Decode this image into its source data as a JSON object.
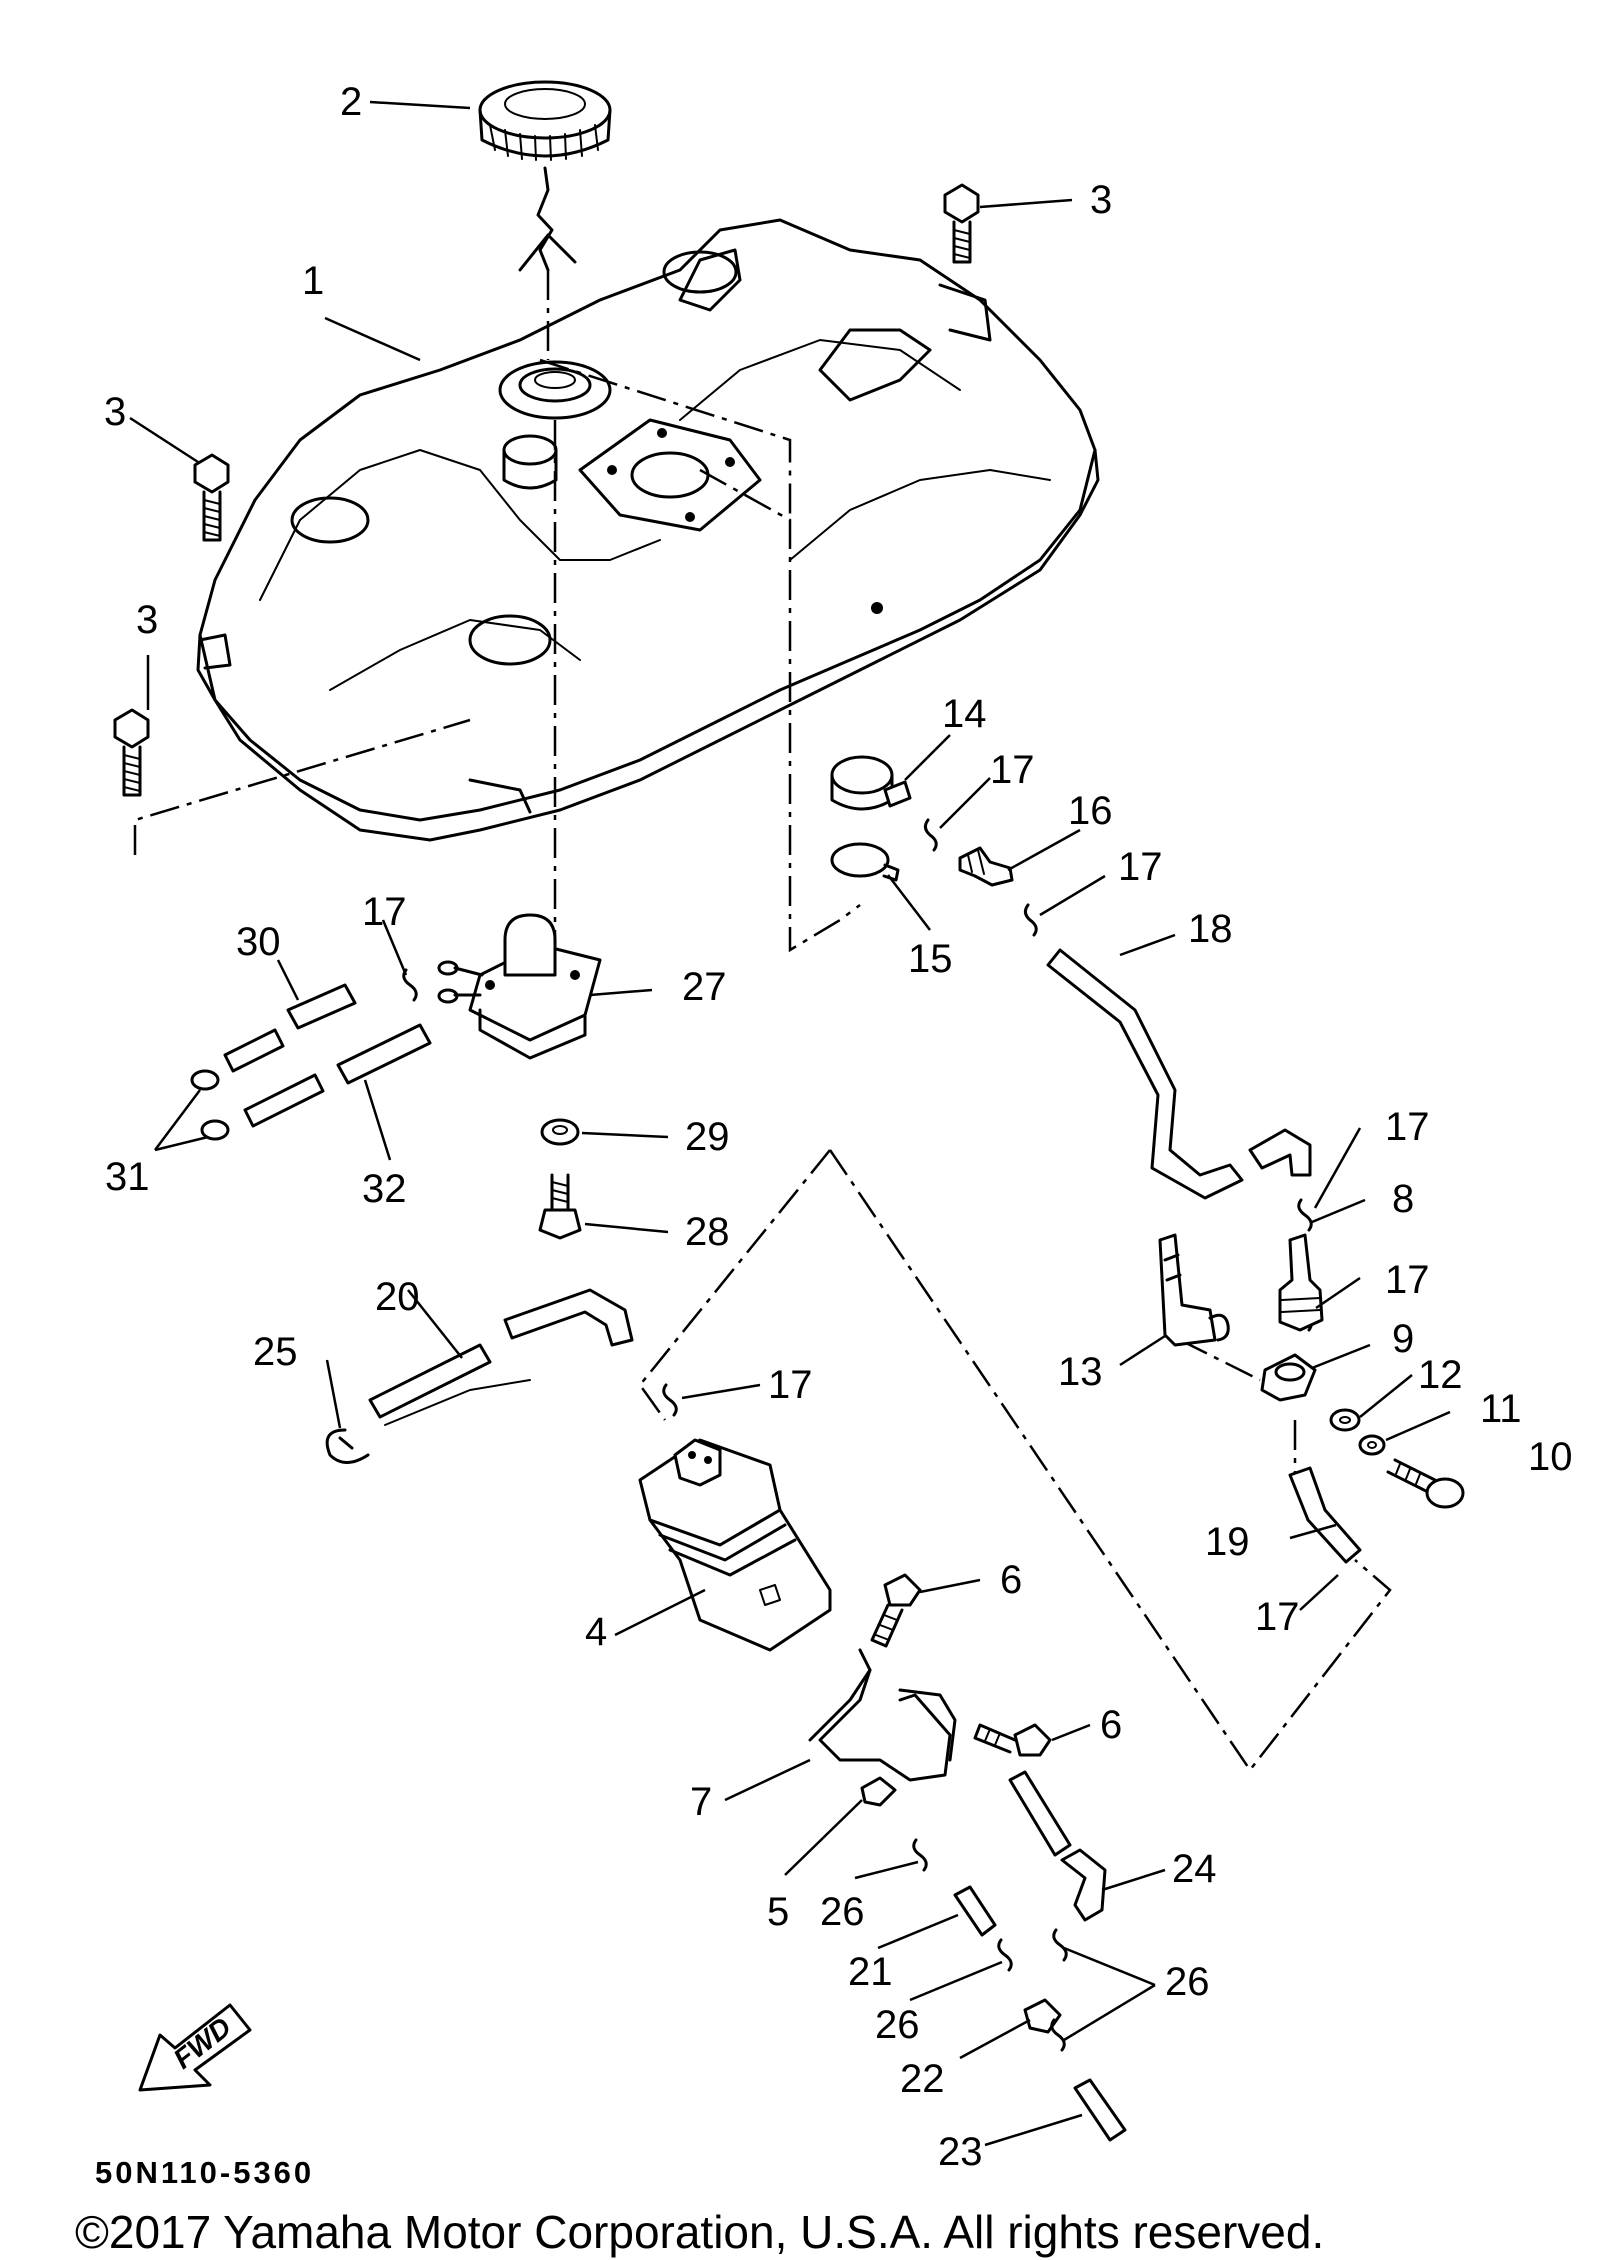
{
  "diagram": {
    "callouts": [
      {
        "id": "c2",
        "text": "2"
      },
      {
        "id": "c3a",
        "text": "3"
      },
      {
        "id": "c1",
        "text": "1"
      },
      {
        "id": "c3b",
        "text": "3"
      },
      {
        "id": "c3c",
        "text": "3"
      },
      {
        "id": "c14",
        "text": "14"
      },
      {
        "id": "c17a",
        "text": "17"
      },
      {
        "id": "c16",
        "text": "16"
      },
      {
        "id": "c17b",
        "text": "17"
      },
      {
        "id": "c15",
        "text": "15"
      },
      {
        "id": "c18",
        "text": "18"
      },
      {
        "id": "c30",
        "text": "30"
      },
      {
        "id": "c17c",
        "text": "17"
      },
      {
        "id": "c27",
        "text": "27"
      },
      {
        "id": "c29",
        "text": "29"
      },
      {
        "id": "c31",
        "text": "31"
      },
      {
        "id": "c32",
        "text": "32"
      },
      {
        "id": "c28",
        "text": "28"
      },
      {
        "id": "c17d",
        "text": "17"
      },
      {
        "id": "c8",
        "text": "8"
      },
      {
        "id": "c17e",
        "text": "17"
      },
      {
        "id": "c13",
        "text": "13"
      },
      {
        "id": "c9",
        "text": "9"
      },
      {
        "id": "c12",
        "text": "12"
      },
      {
        "id": "c11",
        "text": "11"
      },
      {
        "id": "c10",
        "text": "10"
      },
      {
        "id": "c20",
        "text": "20"
      },
      {
        "id": "c25",
        "text": "25"
      },
      {
        "id": "c17f",
        "text": "17"
      },
      {
        "id": "c19",
        "text": "19"
      },
      {
        "id": "c17g",
        "text": "17"
      },
      {
        "id": "c6a",
        "text": "6"
      },
      {
        "id": "c4",
        "text": "4"
      },
      {
        "id": "c6b",
        "text": "6"
      },
      {
        "id": "c7",
        "text": "7"
      },
      {
        "id": "c24",
        "text": "24"
      },
      {
        "id": "c5",
        "text": "5"
      },
      {
        "id": "c26a",
        "text": "26"
      },
      {
        "id": "c21",
        "text": "21"
      },
      {
        "id": "c26b",
        "text": "26"
      },
      {
        "id": "c26c",
        "text": "26"
      },
      {
        "id": "c22",
        "text": "22"
      },
      {
        "id": "c23",
        "text": "23"
      }
    ],
    "fwd_label": "FWD",
    "part_number": "50N110-5360",
    "copyright": "©2017 Yamaha Motor Corporation, U.S.A. All rights reserved."
  }
}
